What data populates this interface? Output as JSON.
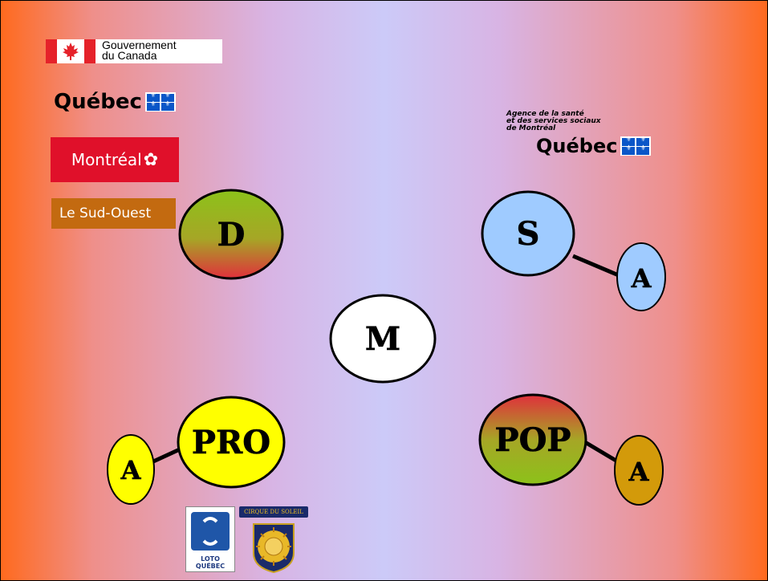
{
  "logos": {
    "canada": {
      "line1": "Gouvernement",
      "line2": "du Canada"
    },
    "quebec": {
      "text": "Québec"
    },
    "montreal": {
      "text": "Montréal"
    },
    "sud_ouest": {
      "text": "Le Sud-Ouest"
    },
    "agence": {
      "line1": "Agence de la santé",
      "line2": "et des services sociaux",
      "line3": "de Montréal",
      "quebec": "Québec"
    },
    "loto_quebec": {
      "line1": "LOTO",
      "line2": "QUÉBEC"
    },
    "cirque": {
      "text": "CIRQUE DU SOLEIL"
    }
  },
  "diagram": {
    "center": {
      "label": "M",
      "fill": "#ffffff"
    },
    "top_left": {
      "label": "D",
      "gradient": [
        "#8cc21a",
        "#e0303c"
      ]
    },
    "top_right": {
      "label": "S",
      "fill": "#9fcbff"
    },
    "top_right_satellite": {
      "label": "A",
      "fill": "#9fcbff"
    },
    "bottom_left": {
      "label": "PRO",
      "fill": "#ffff00"
    },
    "bottom_left_satellite": {
      "label": "A",
      "fill": "#ffff00"
    },
    "bottom_right": {
      "label": "POP",
      "gradient": [
        "#e0303c",
        "#8cc21a"
      ]
    },
    "bottom_right_satellite": {
      "label": "A",
      "fill": "#d39a0a"
    }
  },
  "colors": {
    "background_edge": "#ff6a1e",
    "background_center": "#cccaf8",
    "connector": "#000000"
  }
}
